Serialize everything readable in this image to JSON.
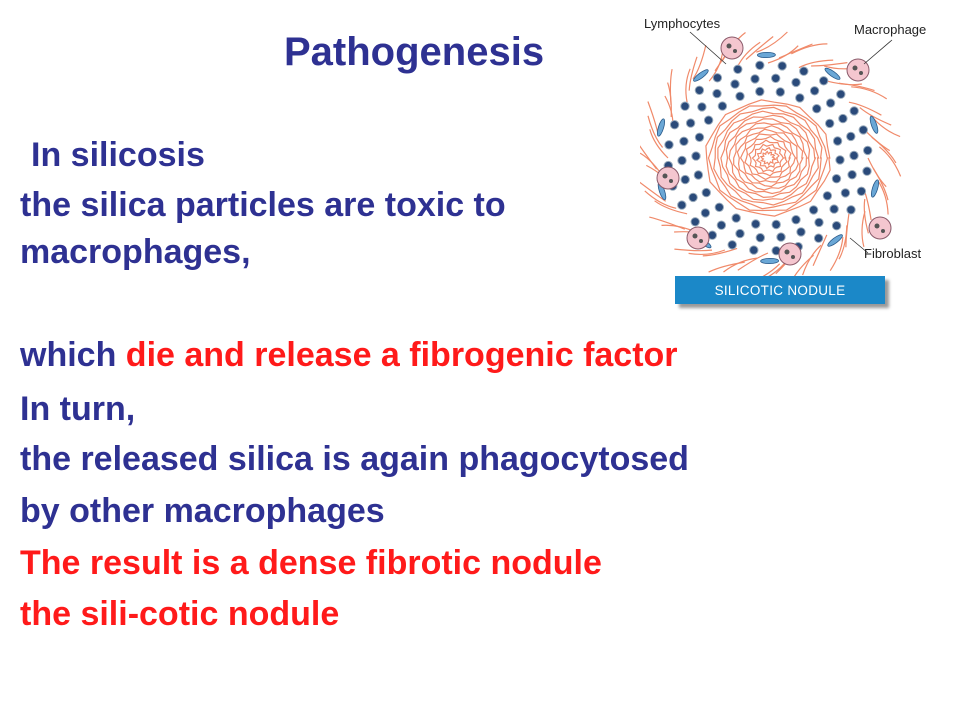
{
  "title": "Pathogenesis",
  "text_lines": [
    {
      "text": "In silicosis",
      "color": "blue"
    },
    {
      "text": "the silica particles are toxic to",
      "color": "blue"
    },
    {
      "text": "macrophages,",
      "color": "blue"
    },
    {
      "text_blue": "which ",
      "text_red": "die and release a fibrogenic factor"
    },
    {
      "text": "In turn,",
      "color": "blue"
    },
    {
      "text": "the released silica is again phagocytosed",
      "color": "blue"
    },
    {
      "text": "by other macrophages",
      "color": "blue"
    },
    {
      "text": "The result is a dense fibrotic nodule",
      "color": "red"
    },
    {
      "text": "the sili-cotic nodule",
      "color": "red"
    }
  ],
  "figure": {
    "labels": {
      "lymphocytes": "Lymphocytes",
      "macrophage": "Macrophage",
      "fibroblast": "Fibroblast"
    },
    "caption": "SILICOTIC NODULE"
  },
  "colors": {
    "title_blue": "#2e3192",
    "highlight_red": "#ff1a1a",
    "caption_bar": "#1b88c8",
    "fiber": "#f08a6a",
    "lymphocyte": "#2a4a7a"
  }
}
